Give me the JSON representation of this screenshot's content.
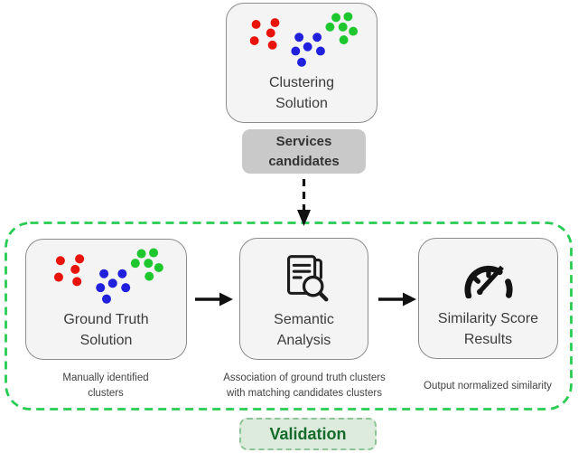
{
  "figure": {
    "title": "Clustering validation workflow diagram",
    "clustering_node": {
      "label": "Clustering\nSolution",
      "icon": "cluster-dots-icon"
    },
    "services_badge": {
      "label": "Services\ncandidates"
    },
    "pipeline": {
      "ground_truth_node": {
        "label": "Ground Truth\nSolution",
        "caption": "Manually identified\nclusters",
        "icon": "cluster-dots-icon"
      },
      "semantic_node": {
        "label": "Semantic\nAnalysis",
        "caption": "Association of ground truth clusters\nwith matching candidates clusters",
        "icon": "document-search-icon"
      },
      "similarity_node": {
        "label": "Similarity Score\nResults",
        "caption": "Output normalized similarity",
        "icon": "speedometer-icon"
      }
    },
    "validation_badge": {
      "label": "Validation"
    },
    "colors": {
      "cluster_red": "#e8140c",
      "cluster_blue": "#2121dd",
      "cluster_green": "#1ec72e",
      "region_dash_green": "#29cc52",
      "validation_text_green": "#156b2b",
      "validation_badge_bg": "#dcebdc",
      "services_badge_gray": "#c9c9c9",
      "node_bg": "#f4f4f4",
      "node_border": "#8c8c8c",
      "arrow_black": "#111111"
    }
  }
}
